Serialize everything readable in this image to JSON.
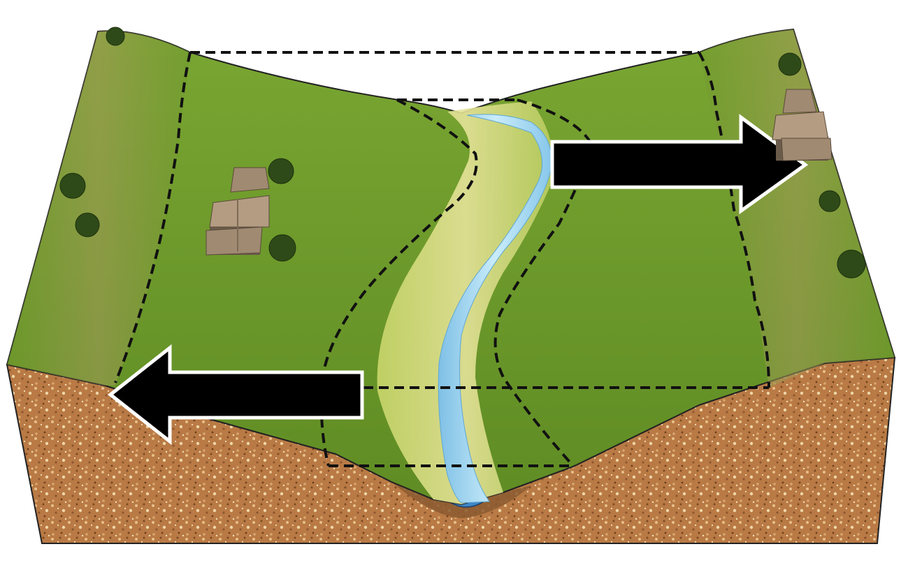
{
  "diagram": {
    "subject": "floodplain-block-diagram",
    "colors": {
      "grass": "#6f9a2c",
      "grass_dark": "#4f7a1c",
      "soil": "#b97a45",
      "water": "#9fd3ec",
      "boundary_line": "#111111",
      "arrow_fill": "#000000",
      "arrow_stroke": "#ffffff",
      "house_roof": "#a08a72",
      "tree": "#2e4a18"
    },
    "elements": {
      "river": {
        "icon": "river-channel"
      },
      "zones": [
        {
          "id": "outer-zone-left",
          "style": "dashed"
        },
        {
          "id": "inner-zone",
          "style": "dashed"
        },
        {
          "id": "outer-zone-right",
          "style": "dashed"
        }
      ],
      "arrows": [
        {
          "id": "arrow-right",
          "direction": "right"
        },
        {
          "id": "arrow-left",
          "direction": "left"
        }
      ],
      "houses": [
        {
          "id": "house-left",
          "icon": "house-icon"
        },
        {
          "id": "house-right",
          "icon": "house-icon"
        }
      ],
      "trees": [
        {
          "id": "tree-1",
          "icon": "tree-icon"
        },
        {
          "id": "tree-2",
          "icon": "tree-icon"
        },
        {
          "id": "tree-3",
          "icon": "tree-icon"
        },
        {
          "id": "tree-4",
          "icon": "tree-icon"
        },
        {
          "id": "tree-5",
          "icon": "tree-icon"
        },
        {
          "id": "tree-6",
          "icon": "tree-icon"
        },
        {
          "id": "tree-7",
          "icon": "tree-icon"
        },
        {
          "id": "tree-8",
          "icon": "tree-icon"
        },
        {
          "id": "tree-9",
          "icon": "tree-icon"
        }
      ]
    }
  }
}
